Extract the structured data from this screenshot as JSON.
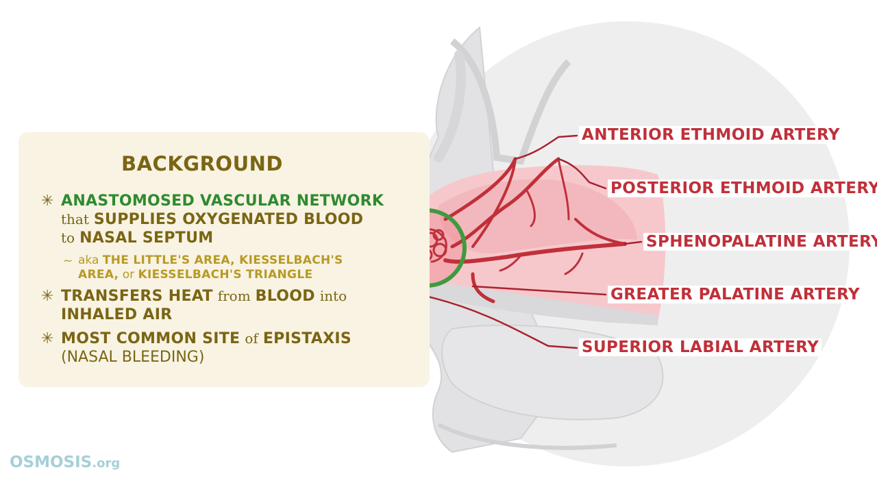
{
  "panel": {
    "title": "BACKGROUND",
    "bullets": {
      "b1_highlight": "ANASTOMOSED VASCULAR NETWORK",
      "b1_l2_pre": "that",
      "b1_l2_caps": "SUPPLIES OXYGENATED BLOOD",
      "b1_l3_pre": "to",
      "b1_l3_caps": "NASAL SEPTUM",
      "sub_l1_pre": "aka",
      "sub_l1_caps": "THE LITTLE'S AREA, KIESSELBACH'S",
      "sub_l2_caps1": "AREA,",
      "sub_l2_or": "or",
      "sub_l2_caps2": "KIESSELBACH'S TRIANGLE",
      "b2_caps1": "TRANSFERS HEAT",
      "b2_from": "from",
      "b2_caps2": "BLOOD",
      "b2_into": "into",
      "b2_l2": "INHALED AIR",
      "b3_caps1": "MOST COMMON SITE",
      "b3_of": "of",
      "b3_caps2": "EPISTAXIS",
      "b3_l2": "(NASAL BLEEDING)",
      "star": "✳",
      "tilde": "~"
    }
  },
  "labels": {
    "anterior_ethmoid": "ANTERIOR ETHMOID ARTERY",
    "posterior_ethmoid": "POSTERIOR ETHMOID ARTERY",
    "sphenopalatine": "SPHENOPALATINE ARTERY",
    "greater_palatine": "GREATER PALATINE ARTERY",
    "superior_labial": "SUPERIOR LABIAL ARTERY"
  },
  "logo": {
    "name": "OSMOSIS",
    "suffix": ".org"
  },
  "colors": {
    "artery": "#c0303a",
    "highlight_circle": "#3f9a3f",
    "title": "#7a6514",
    "green_text": "#2f8a2f",
    "panel_bg": "#f8f3e3"
  }
}
